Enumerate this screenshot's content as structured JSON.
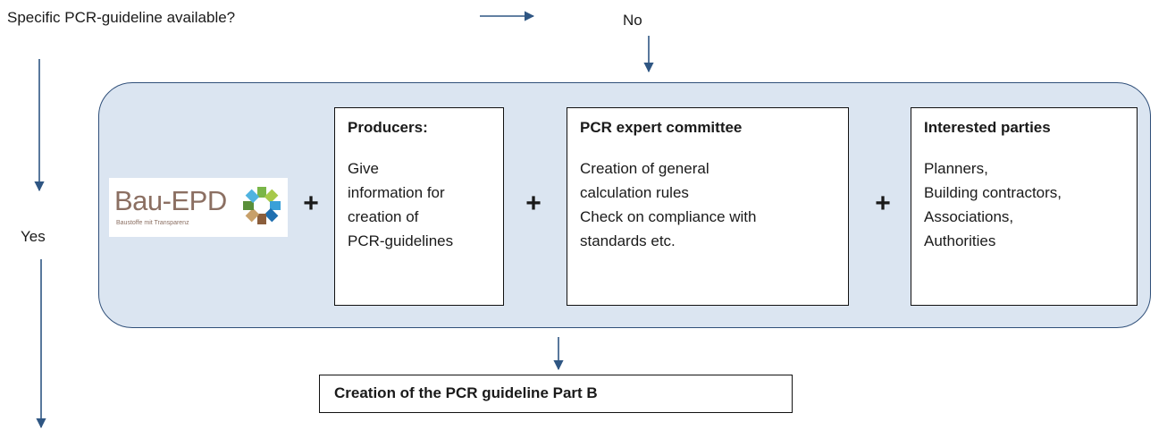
{
  "question": "Specific PCR-guideline available?",
  "no_label": "No",
  "yes_label": "Yes",
  "plus_sign": "+",
  "logo": {
    "wordmark": "Bau-EPD",
    "tagline": "Baustoffe mit Transparenz",
    "petal_colors": [
      "#7ab648",
      "#a7c94a",
      "#3aa0d8",
      "#1f6fb0",
      "#8b5e3c",
      "#c8a06a",
      "#5a8f3a",
      "#4fb3e0"
    ]
  },
  "boxes": [
    {
      "heading": "Producers:",
      "lines": [
        "Give",
        "information for",
        "creation of",
        "PCR-guidelines"
      ]
    },
    {
      "heading": "PCR expert committee",
      "lines": [
        "Creation of general",
        "calculation rules",
        "Check on compliance with",
        "standards etc."
      ]
    },
    {
      "heading": "Interested parties",
      "lines": [
        "Planners,",
        "Building contractors,",
        "Associations,",
        "Authorities"
      ]
    }
  ],
  "result": "Creation of the PCR guideline Part B",
  "colors": {
    "arrow": "#2f5683",
    "panel_fill": "#dbe5f1",
    "panel_border": "#2f4f79"
  }
}
